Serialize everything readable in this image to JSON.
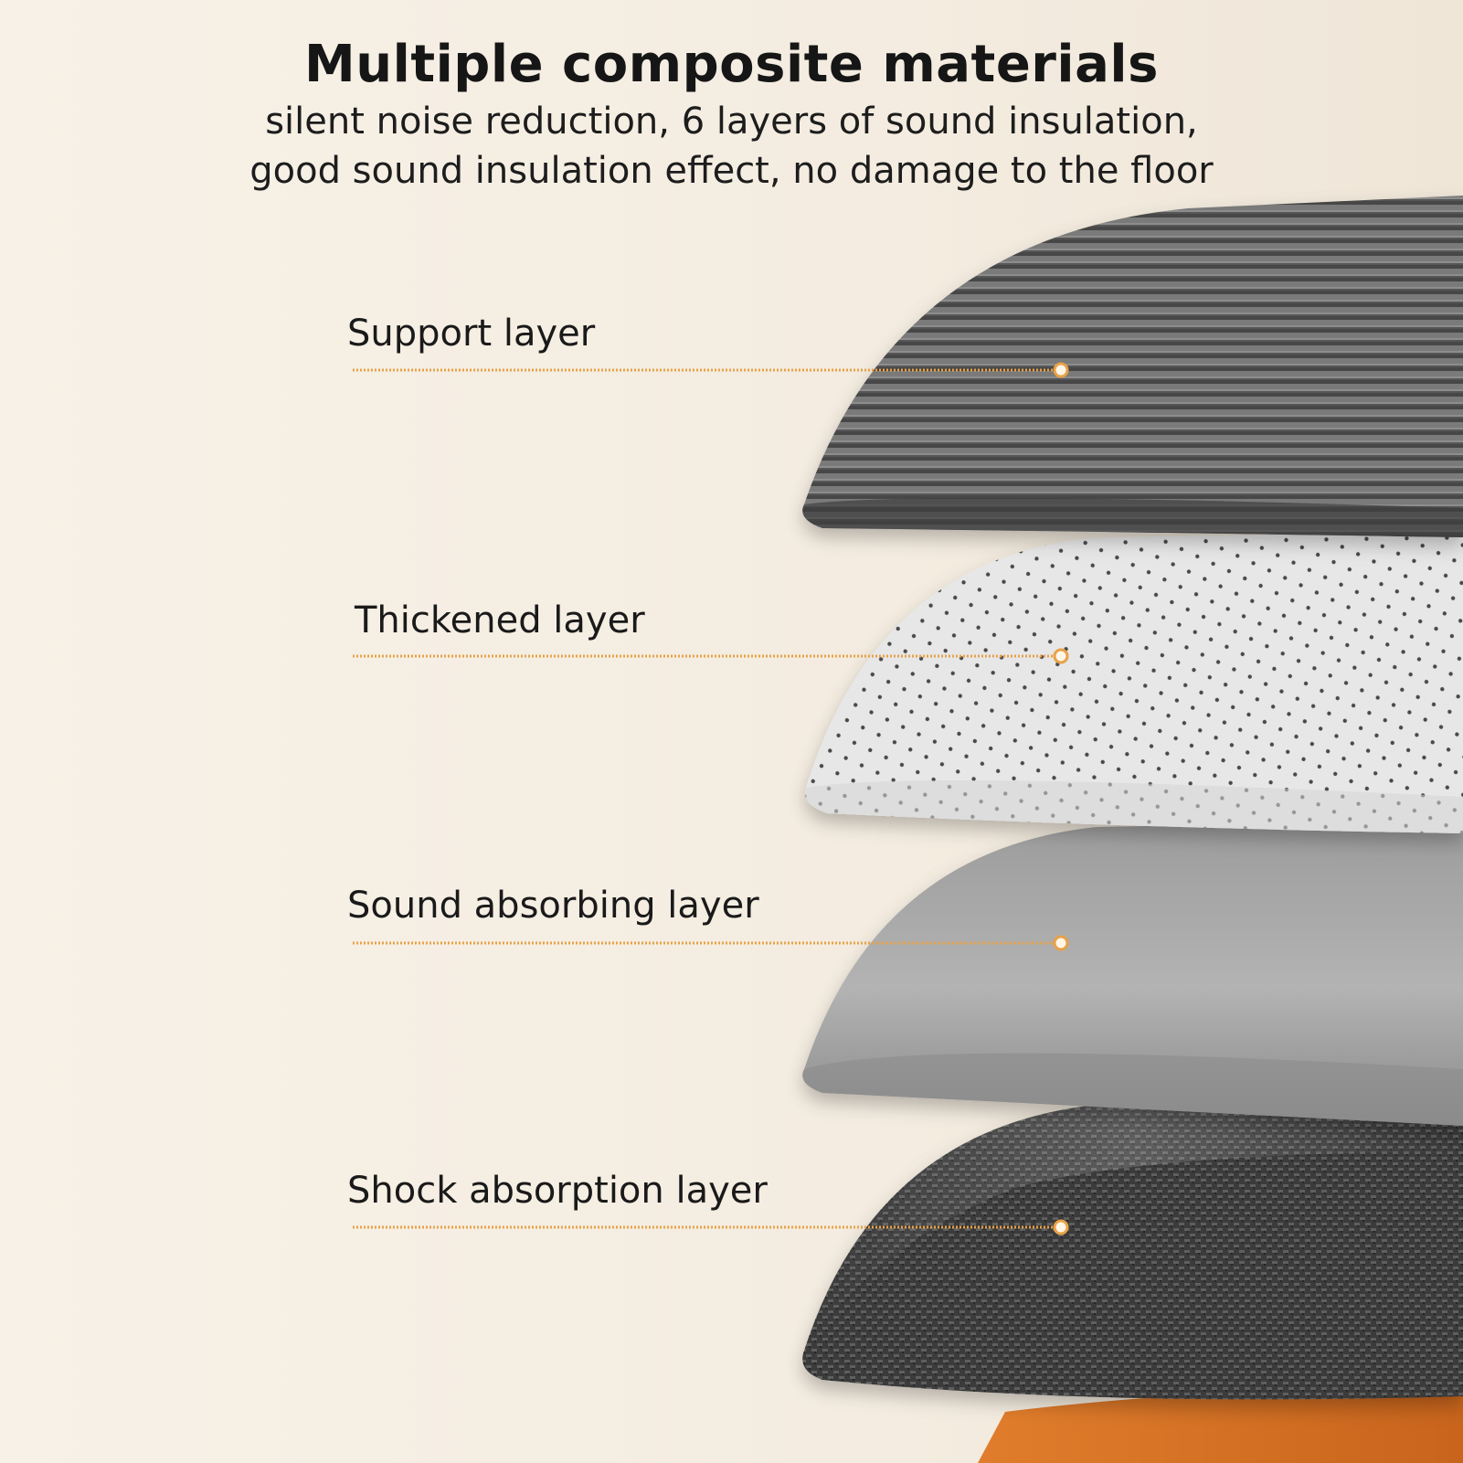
{
  "header": {
    "title": "Multiple composite materials",
    "subtitle_line1": "silent noise reduction, 6 layers of sound insulation,",
    "subtitle_line2": "good sound insulation effect, no damage to the floor"
  },
  "layers": [
    {
      "label": "Support layer",
      "texture": "ribbed"
    },
    {
      "label": "Thickened layer",
      "texture": "perforated"
    },
    {
      "label": "Sound absorbing layer",
      "texture": "smooth"
    },
    {
      "label": "Shock absorption layer",
      "texture": "woven"
    }
  ],
  "colors": {
    "background": "#f6efe4",
    "leader_line": "#e8a247",
    "accent_orange": "#d77a2a"
  }
}
